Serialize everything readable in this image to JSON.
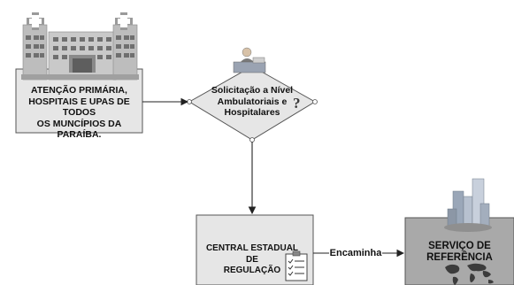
{
  "nodes": {
    "primary_care": {
      "lines": [
        "ATENÇÃO PRIMÁRIA,",
        "HOSPITAIS E UPAS DE TODOS",
        "OS MUNCÍPIOS DA PARAÍBA."
      ]
    },
    "request": {
      "lines": [
        "Solicitação a Nível",
        "Ambulatoriais e",
        "Hospitalares"
      ]
    },
    "central": {
      "lines": [
        "CENTRAL ESTADUAL DE",
        "REGULAÇÃO"
      ]
    },
    "reference": {
      "lines": [
        "SERVIÇO DE",
        "REFERÊNCIA"
      ]
    }
  },
  "edges": {
    "central_to_reference_label": "Encaminha"
  },
  "icons": {
    "hospital": "hospital-building-icon",
    "question": "question-mark-icon",
    "person_desk": "person-at-desk-icon",
    "checklist": "checklist-icon",
    "city": "city-buildings-icon",
    "world_map": "world-map-icon"
  },
  "colors": {
    "box_fill": "#e6e6e6",
    "box_border": "#555555",
    "reference_fill": "#a9a9a9",
    "edge": "#222222"
  }
}
